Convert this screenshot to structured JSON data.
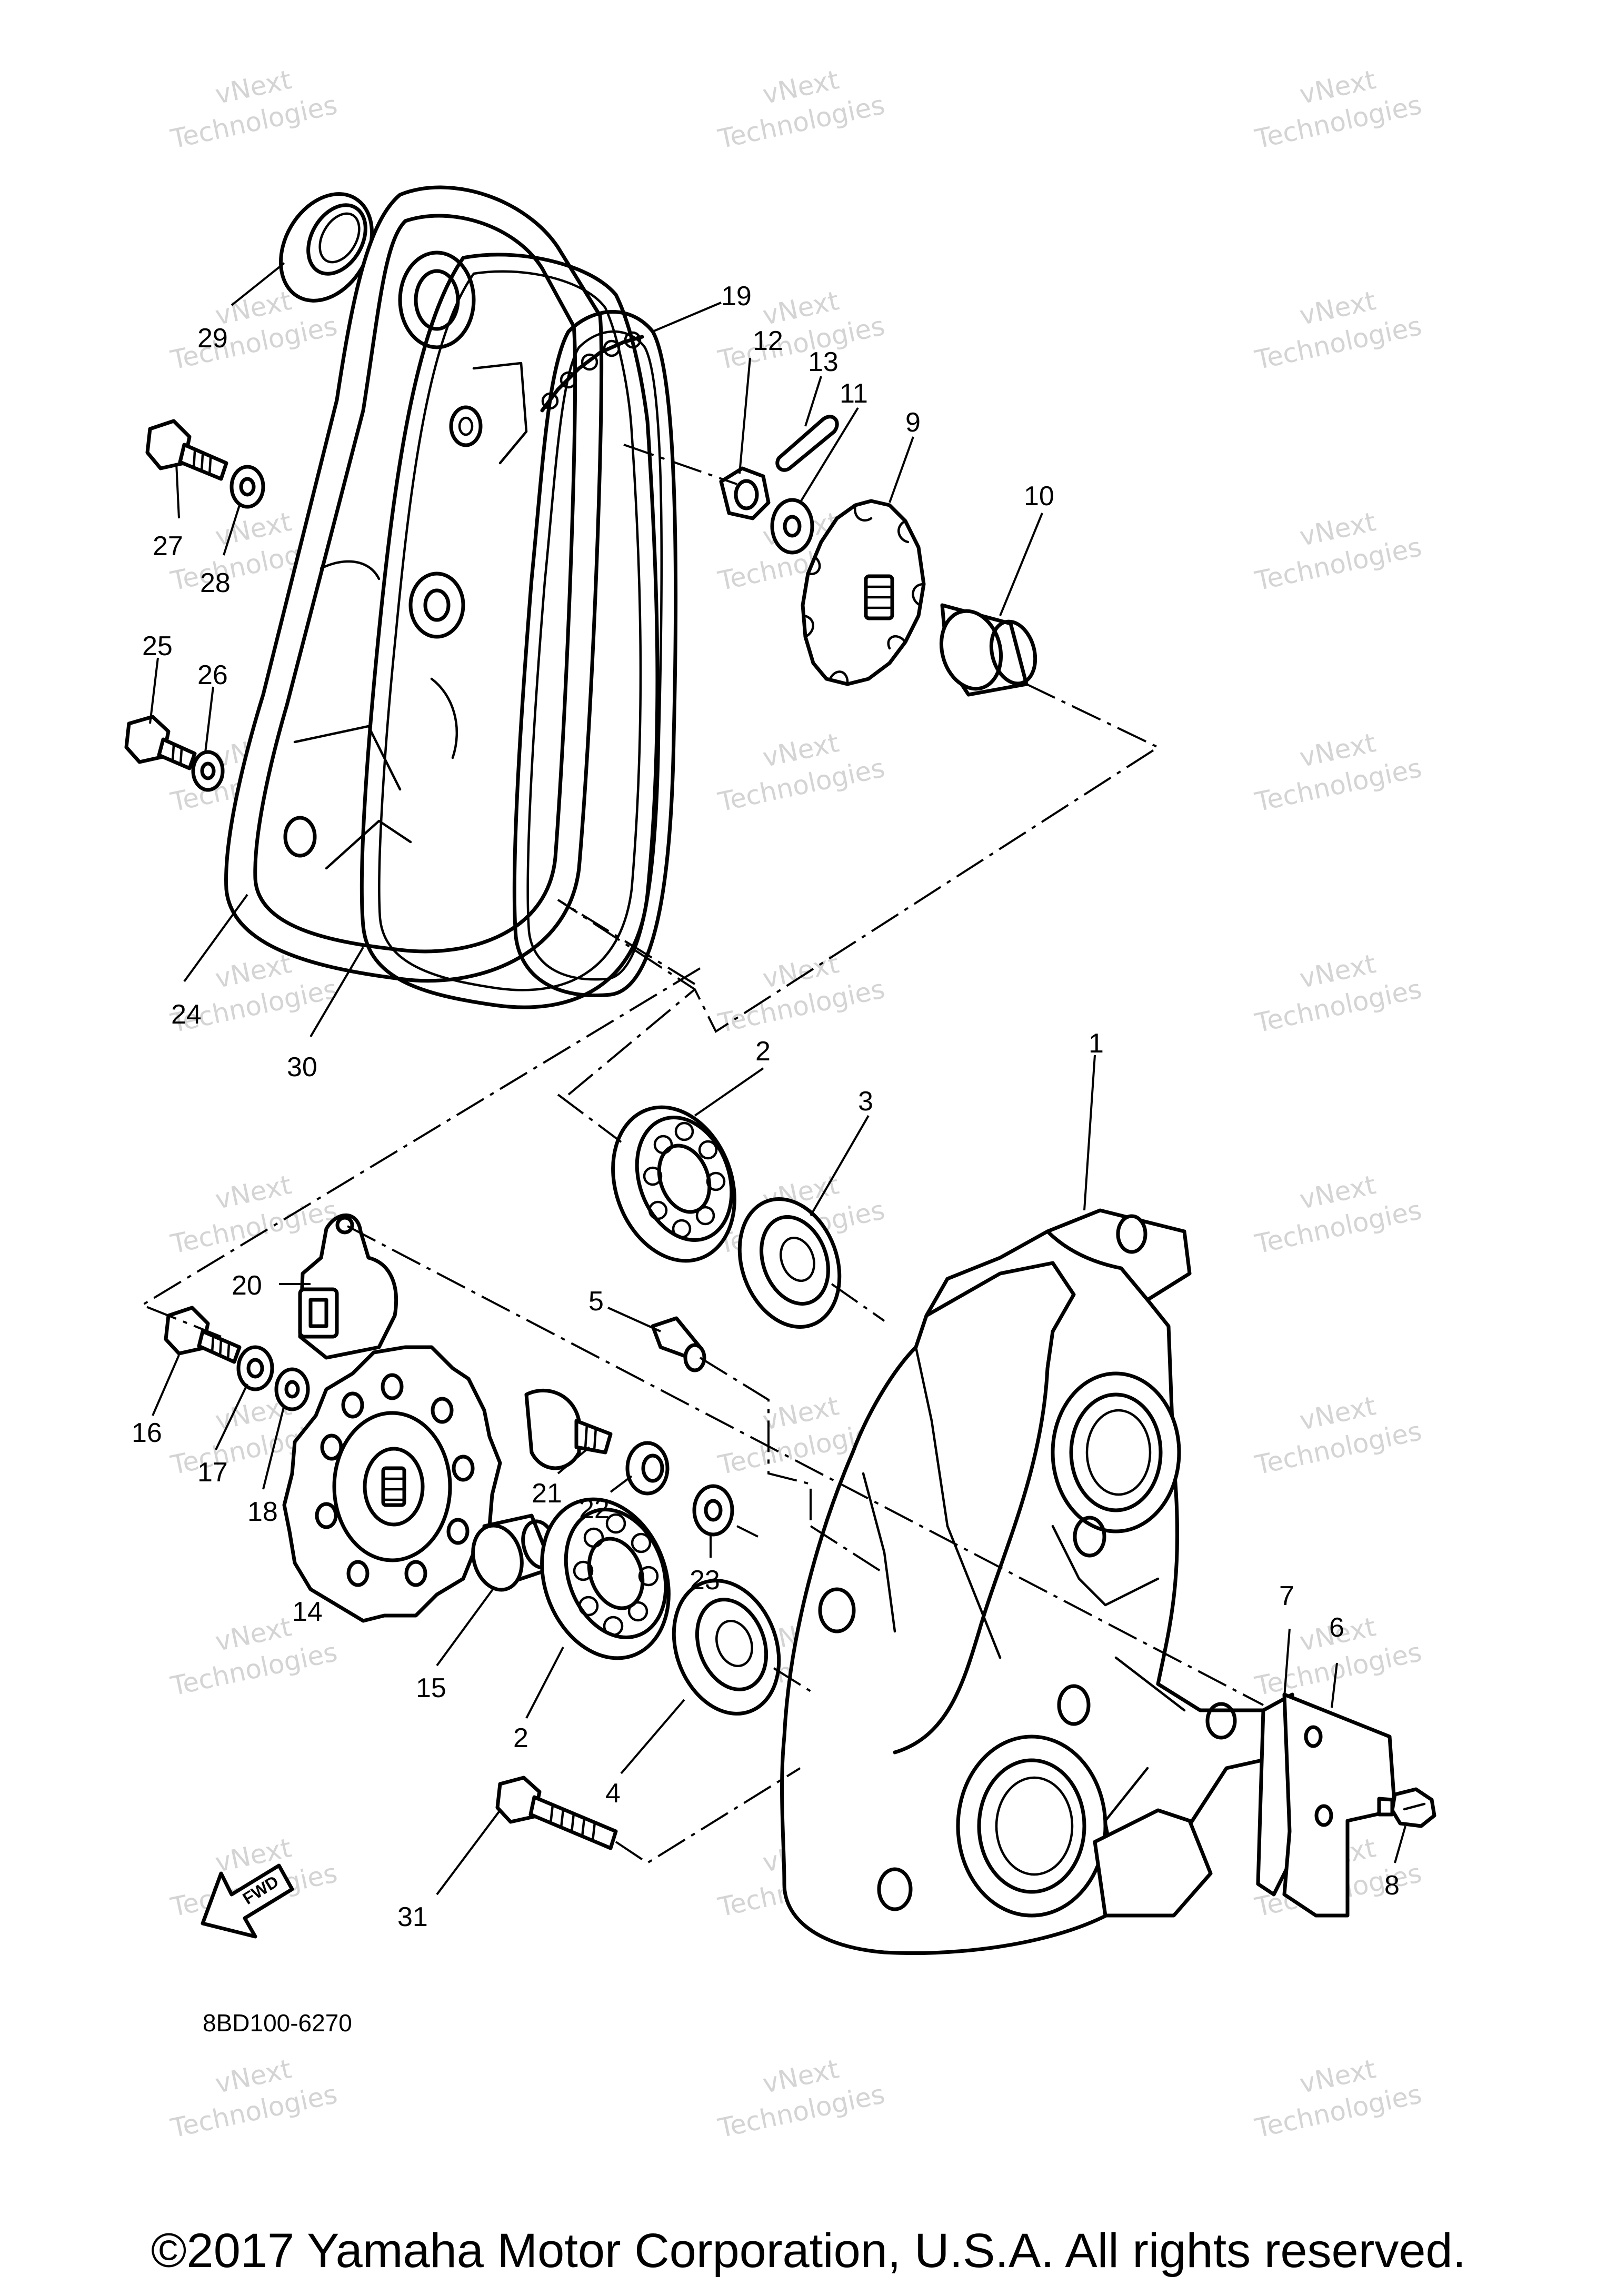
{
  "diagram": {
    "code": "8BD100-6270",
    "copyright": "©2017 Yamaha Motor Corporation, U.S.A. All rights reserved.",
    "watermark": [
      "vNext",
      "Technologies"
    ],
    "fwd_label": "FWD",
    "callouts": [
      {
        "id": "1",
        "text": "1"
      },
      {
        "id": "2a",
        "text": "2"
      },
      {
        "id": "2b",
        "text": "2"
      },
      {
        "id": "3",
        "text": "3"
      },
      {
        "id": "4",
        "text": "4"
      },
      {
        "id": "5",
        "text": "5"
      },
      {
        "id": "6",
        "text": "6"
      },
      {
        "id": "7",
        "text": "7"
      },
      {
        "id": "8",
        "text": "8"
      },
      {
        "id": "9",
        "text": "9"
      },
      {
        "id": "10",
        "text": "10"
      },
      {
        "id": "11",
        "text": "11"
      },
      {
        "id": "12",
        "text": "12"
      },
      {
        "id": "13",
        "text": "13"
      },
      {
        "id": "14",
        "text": "14"
      },
      {
        "id": "15",
        "text": "15"
      },
      {
        "id": "16",
        "text": "16"
      },
      {
        "id": "17",
        "text": "17"
      },
      {
        "id": "18",
        "text": "18"
      },
      {
        "id": "19",
        "text": "19"
      },
      {
        "id": "20",
        "text": "20"
      },
      {
        "id": "21",
        "text": "21"
      },
      {
        "id": "22",
        "text": "22"
      },
      {
        "id": "23",
        "text": "23"
      },
      {
        "id": "24",
        "text": "24"
      },
      {
        "id": "25",
        "text": "25"
      },
      {
        "id": "26",
        "text": "26"
      },
      {
        "id": "27",
        "text": "27"
      },
      {
        "id": "28",
        "text": "28"
      },
      {
        "id": "29",
        "text": "29"
      },
      {
        "id": "30",
        "text": "30"
      },
      {
        "id": "31",
        "text": "31"
      }
    ]
  }
}
